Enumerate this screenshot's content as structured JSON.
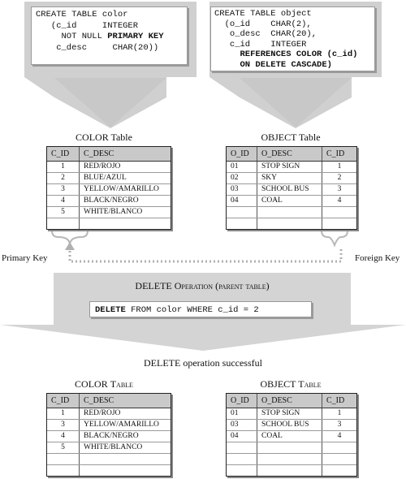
{
  "create_color": {
    "lines": [
      [
        {
          "t": "CREATE TABLE color",
          "b": false
        }
      ],
      [
        {
          "t": "   (c_id     INTEGER",
          "b": false
        }
      ],
      [
        {
          "t": "     NOT NULL ",
          "b": false
        },
        {
          "t": "PRIMARY KEY",
          "b": true
        }
      ],
      [
        {
          "t": "    c_desc     CHAR(20))",
          "b": false
        }
      ]
    ]
  },
  "create_object": {
    "lines": [
      [
        {
          "t": "CREATE TABLE object",
          "b": false
        }
      ],
      [
        {
          "t": "  (o_id    CHAR(2),",
          "b": false
        }
      ],
      [
        {
          "t": "   o_desc  CHAR(20),",
          "b": false
        }
      ],
      [
        {
          "t": "   c_id    INTEGER",
          "b": false
        }
      ],
      [
        {
          "t": "     REFERENCES COLOR (c_id)",
          "b": true
        }
      ],
      [
        {
          "t": "     ON DELETE CASCADE)",
          "b": true
        }
      ]
    ]
  },
  "top_color": {
    "title": "COLOR Table",
    "headers": [
      "C_ID",
      "C_DESC"
    ],
    "rows": [
      [
        "1",
        "RED/ROJO"
      ],
      [
        "2",
        "BLUE/AZUL"
      ],
      [
        "3",
        "YELLOW/AMARILLO"
      ],
      [
        "4",
        "BLACK/NEGRO"
      ],
      [
        "5",
        "WHITE/BLANCO"
      ],
      [
        "",
        ""
      ]
    ]
  },
  "top_object": {
    "title": "OBJECT Table",
    "headers": [
      "O_ID",
      "O_DESC",
      "C_ID"
    ],
    "rows": [
      [
        "01",
        "STOP SIGN",
        "1"
      ],
      [
        "02",
        "SKY",
        "2"
      ],
      [
        "03",
        "SCHOOL BUS",
        "3"
      ],
      [
        "04",
        "COAL",
        "4"
      ],
      [
        "",
        "",
        ""
      ],
      [
        "",
        "",
        ""
      ]
    ]
  },
  "labels": {
    "primary_key": "Primary Key",
    "foreign_key": "Foreign Key",
    "delete_title_main": "DELETE ",
    "delete_title_sc": "Operation (parent table)",
    "delete_stmt_kw": "DELETE",
    "delete_stmt_rest": " FROM color WHERE c_id = 2",
    "success": "DELETE operation successful"
  },
  "bottom_color": {
    "title_main": "COLOR ",
    "title_sc": "Table",
    "headers": [
      "C_ID",
      "C_DESC"
    ],
    "rows": [
      [
        "1",
        "RED/ROJO"
      ],
      [
        "3",
        "YELLOW/AMARILLO"
      ],
      [
        "4",
        "BLACK/NEGRO"
      ],
      [
        "5",
        "WHITE/BLANCO"
      ],
      [
        "",
        ""
      ],
      [
        "",
        ""
      ]
    ]
  },
  "bottom_object": {
    "title_main": "OBJECT ",
    "title_sc": "Table",
    "headers": [
      "O_ID",
      "O_DESC",
      "C_ID"
    ],
    "rows": [
      [
        "01",
        "STOP SIGN",
        "1"
      ],
      [
        "03",
        "SCHOOL BUS",
        "3"
      ],
      [
        "04",
        "COAL",
        "4"
      ],
      [
        "",
        "",
        ""
      ],
      [
        "",
        "",
        ""
      ],
      [
        "",
        "",
        ""
      ]
    ]
  },
  "colors": {
    "banner_fill": "#d4d4d4",
    "arrow_fill": "#c8c8c8",
    "header_fill": "#c9c9c9",
    "dotted_line": "#b0b0b0"
  }
}
